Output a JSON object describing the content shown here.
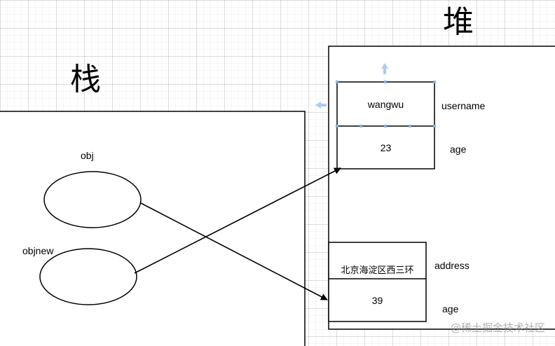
{
  "stack": {
    "title": "栈",
    "variables": [
      {
        "name": "obj"
      },
      {
        "name": "objnew"
      }
    ]
  },
  "heap": {
    "title": "堆",
    "objects": [
      {
        "fields": [
          {
            "value": "wangwu",
            "key": "username"
          },
          {
            "value": "23",
            "key": "age"
          }
        ]
      },
      {
        "fields": [
          {
            "value": "北京海淀区西三环",
            "key": "address"
          },
          {
            "value": "39",
            "key": "age"
          }
        ]
      }
    ]
  },
  "colors": {
    "line": "#000000",
    "selection_handle": "#4a90e2"
  },
  "watermark": "@稀土掘金技术社区"
}
